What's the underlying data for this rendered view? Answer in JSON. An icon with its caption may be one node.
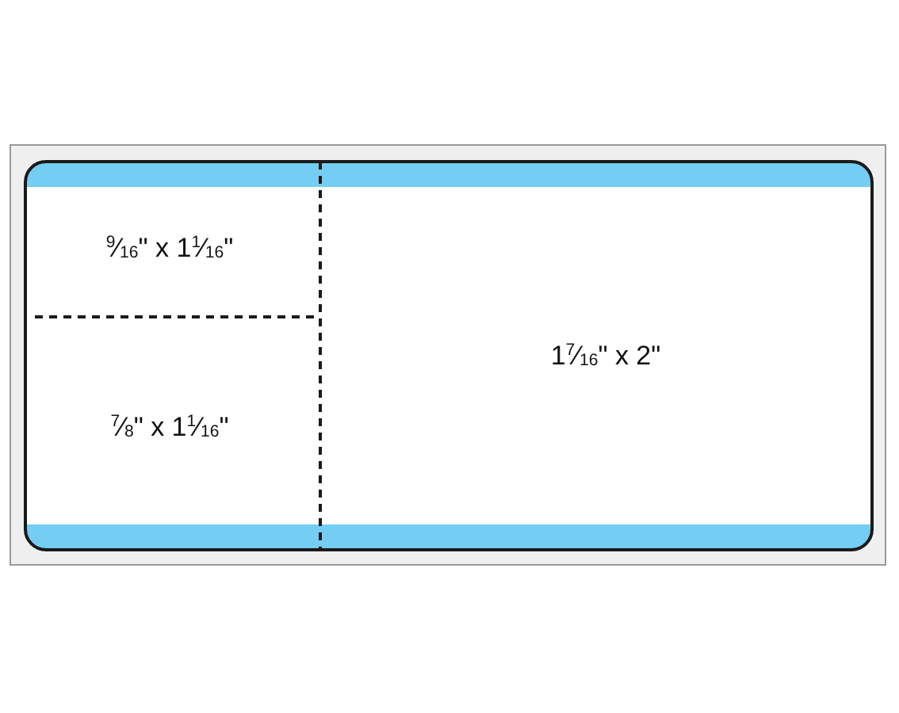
{
  "diagram": {
    "labels": [
      "$^{9}$⁄$_{16}$\" x 1$^{1}$⁄$_{16}$\"",
      "$^{7}$⁄$_{8}$\" x 1$^{1}$⁄$_{16}$\"",
      "1$^{7}$⁄$_{16}$\" x 2\""
    ]
  }
}
